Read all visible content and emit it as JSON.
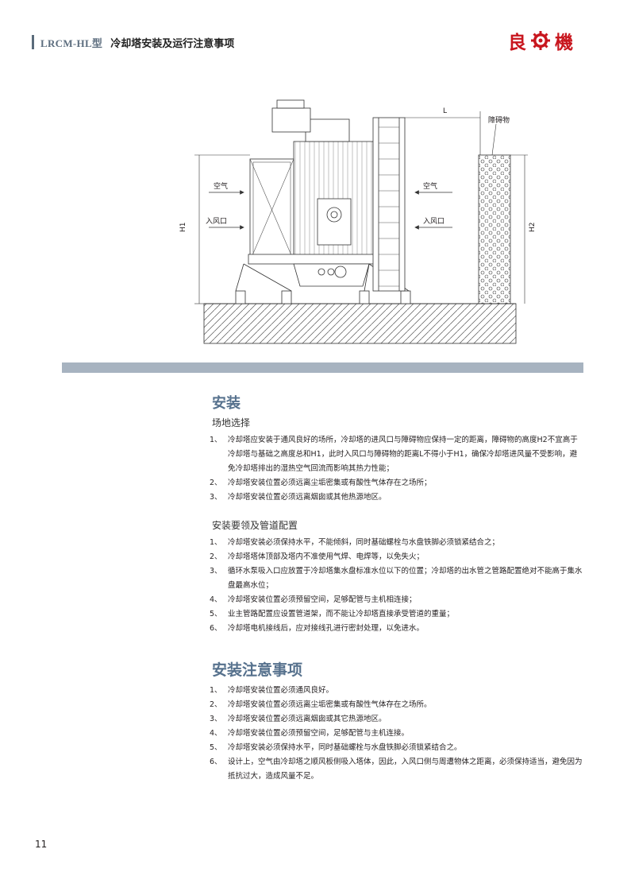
{
  "header": {
    "model": "LRCM-HL型",
    "title": "冷却塔安装及运行注意事项",
    "logo_left": "良",
    "logo_right": "機"
  },
  "diagram": {
    "labels": {
      "obstacle": "障碍物",
      "air_left": "空气",
      "inlet_left": "入风口",
      "air_right": "空气",
      "inlet_right": "入风口",
      "h1": "H1",
      "h2": "H2",
      "l": "L"
    }
  },
  "install": {
    "title": "安装",
    "site": {
      "title": "场地选择",
      "items": [
        {
          "num": "1、",
          "text": "冷却塔应安装于通风良好的场所，冷却塔的进风口与障碍物应保持一定的距离，障碍物的高度H2不宜高于冷却塔与基础之高度总和H1，此时入风口与障碍物的距离L不得小于H1，确保冷却塔进风量不受影响，避免冷却塔排出的湿热空气回流而影响其热力性能；"
        },
        {
          "num": "2、",
          "text": "冷却塔安装位置必须远离尘垢密集或有酸性气体存在之场所；"
        },
        {
          "num": "3、",
          "text": "冷却塔安装位置必须远离烟囱或其他热源地区。"
        }
      ]
    },
    "essentials": {
      "title": "安装要领及管道配置",
      "items": [
        {
          "num": "1、",
          "text": "冷却塔安装必须保持水平，不能倾斜，同时基础螺栓与水盘铁脚必须锁紧结合之；"
        },
        {
          "num": "2、",
          "text": "冷却塔塔体顶部及塔内不准使用气焊、电焊等，以免失火；"
        },
        {
          "num": "3、",
          "text": "循环水泵吸入口应放置于冷却塔集水盘标准水位以下的位置；冷却塔的出水管之管路配置绝对不能高于集水盘最高水位；"
        },
        {
          "num": "4、",
          "text": "冷却塔安装位置必须预留空间，足够配管与主机相连接；"
        },
        {
          "num": "5、",
          "text": "业主管路配置应设置管道架，而不能让冷却塔直接承受管道的重量；"
        },
        {
          "num": "6、",
          "text": "冷却塔电机接线后，应对接线孔进行密封处理，以免进水。"
        }
      ]
    }
  },
  "notes": {
    "title": "安装注意事项",
    "items": [
      {
        "num": "1、",
        "text": "冷却塔安装位置必须通风良好。"
      },
      {
        "num": "2、",
        "text": "冷却塔安装位置必须远离尘垢密集或有酸性气体存在之场所。"
      },
      {
        "num": "3、",
        "text": "冷却塔安装位置必须远离烟囱或其它热源地区。"
      },
      {
        "num": "4、",
        "text": "冷却塔安装位置必须预留空间，足够配管与主机连接。"
      },
      {
        "num": "5、",
        "text": "冷却塔安装必须保持水平，同时基础螺栓与水盘铁脚必须锁紧结合之。"
      },
      {
        "num": "6、",
        "text": "设计上，空气由冷却塔之顺风板侧吸入塔体，因此，入风口侧与周遭物体之距离，必须保持适当，避免因为抵抗过大，造成风量不足。"
      }
    ]
  },
  "footer": {
    "page": "11"
  },
  "colors": {
    "accent": "#56718d",
    "band": "#a7b3c0",
    "logo": "#c8161e"
  }
}
